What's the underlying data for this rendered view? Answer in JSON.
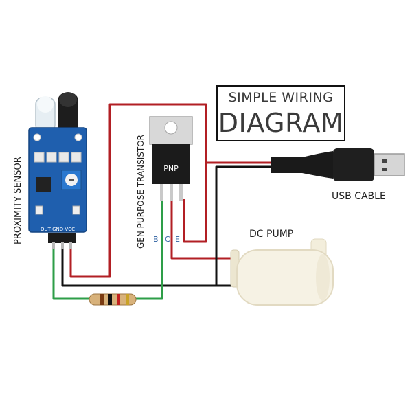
{
  "title": {
    "line1": "SIMPLE WIRING",
    "line2": "DIAGRAM"
  },
  "labels": {
    "proximity_sensor": "PROXIMITY SENSOR",
    "transistor": "GEN PURPOSE TRANSISTOR",
    "transistor_type": "PNP",
    "transistor_pins": {
      "b": "B",
      "c": "C",
      "e": "E"
    },
    "usb_cable": "USB CABLE",
    "dc_pump": "DC PUMP",
    "sensor_pins": "OUT GND VCC"
  },
  "colors": {
    "wire_red": "#b21f24",
    "wire_black": "#111111",
    "wire_green": "#2e9e48",
    "sensor_board": "#1f5fae",
    "pump_body": "#f6f2e4",
    "transistor_body": "#1b1b1b"
  }
}
